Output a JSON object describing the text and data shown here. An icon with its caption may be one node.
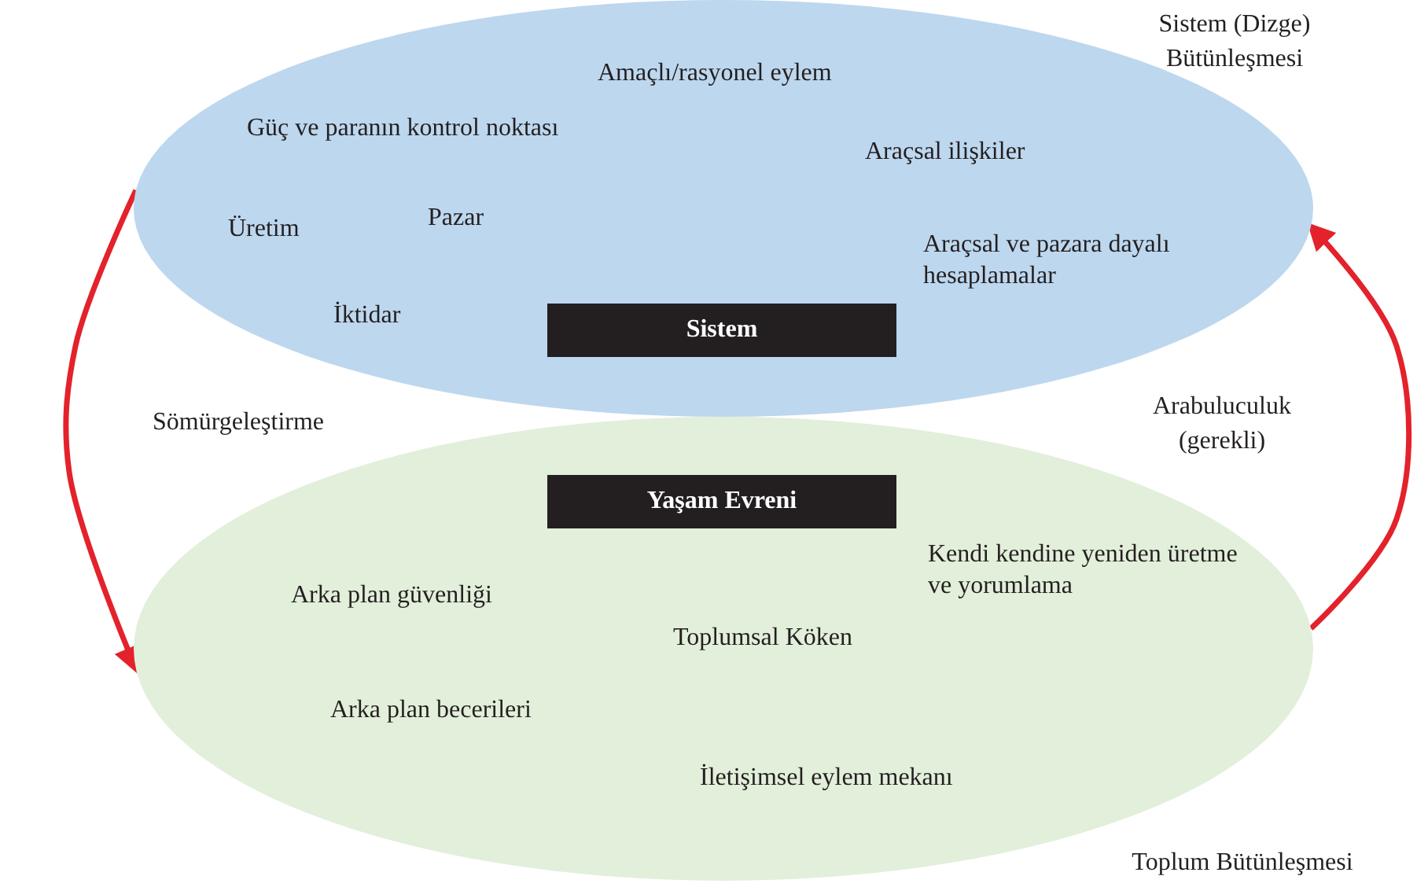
{
  "diagram": {
    "nodes": [
      {
        "text": [
          "Amaçlı/rasyonel eylem",
          "Güç ve paranın kontrol noktası",
          "Araçsal ilişkiler",
          "Üretim",
          "Pazar",
          "Araçsal ve pazara dayalı hesaplamalar",
          "İktidar"
        ],
        "beside": [
          "Sistem (Dizge) Bütünleşmesi"
        ]
      },
      {
        "text": [
          "Sistem"
        ],
        "in": 0
      },
      {
        "text": [
          "Kendi kendine yeniden üretme ve yorumlama",
          "Arka plan güvenliği",
          "Toplumsal Köken",
          "Arka plan becerileri",
          "İletişimsel eylem mekanı"
        ],
        "beside": [
          "Toplum Bütünleşmesi"
        ]
      },
      {
        "text": [
          "Yaşam Evreni"
        ],
        "in": 2
      }
    ],
    "edges": [
      {
        "from": 0,
        "to": 2,
        "arrow": "to",
        "label": "Sömürgeleştirme"
      },
      {
        "from": 2,
        "to": 0,
        "arrow": "to",
        "label": "Arabuluculuk (gerekli)"
      }
    ]
  }
}
